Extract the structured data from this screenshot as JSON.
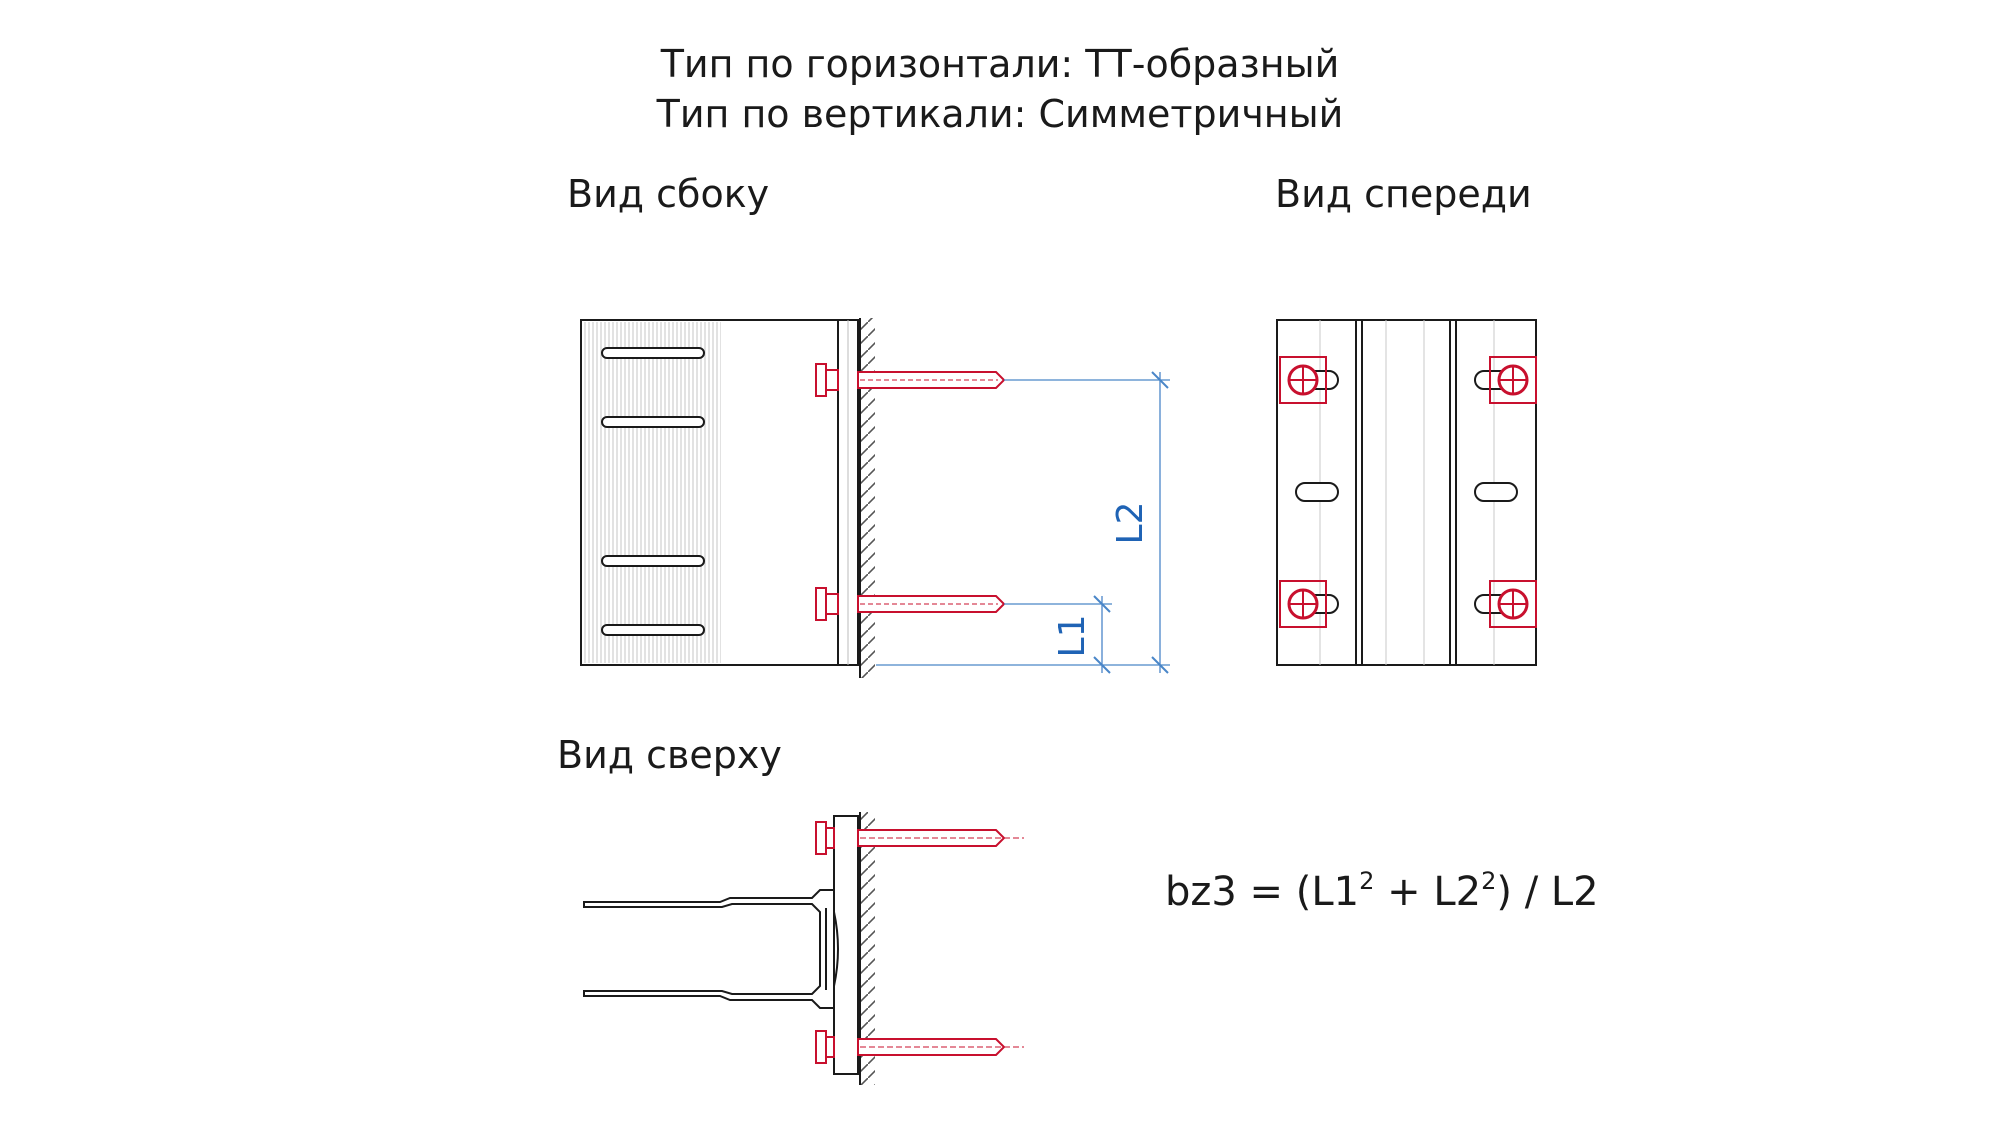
{
  "header": {
    "line1": "Тип по горизонтали: ТТ-образный",
    "line2": "Тип по вертикали: Симметричный"
  },
  "views": {
    "side": "Вид сбоку",
    "front": "Вид спереди",
    "top": "Вид сверху"
  },
  "dimensions": {
    "l1": "L1",
    "l2": "L2"
  },
  "formula": {
    "lhs": "bz3 = (L1",
    "sup1": "2",
    "mid": " + L2",
    "sup2": "2",
    "rhs": ") / L2"
  },
  "colors": {
    "line": "#1a1a1a",
    "bolt": "#c8102e",
    "dimension": "#4a86c8",
    "hatch": "#b5b5b5"
  }
}
